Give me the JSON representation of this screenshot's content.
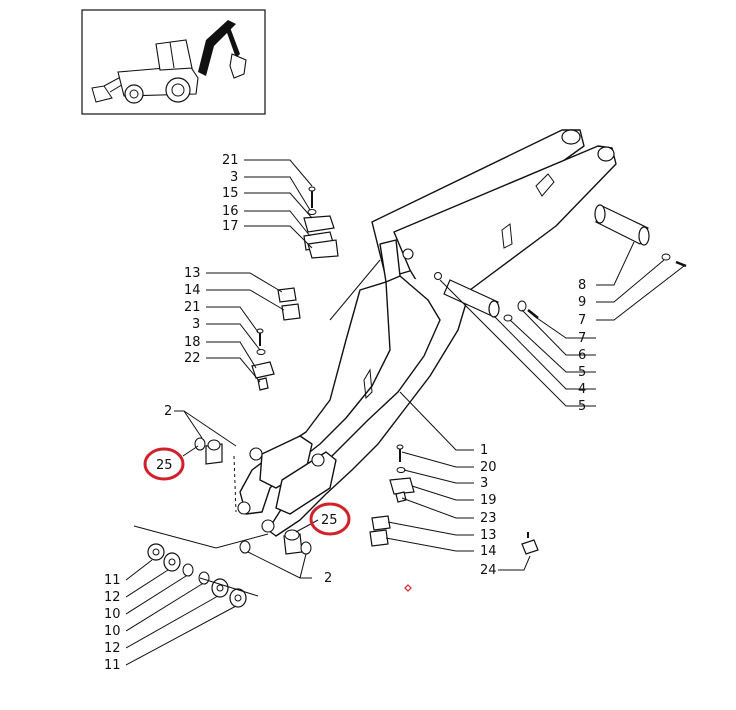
{
  "labels": {
    "l21a": "21",
    "l3a": "3",
    "l15": "15",
    "l16": "16",
    "l17": "17",
    "l13a": "13",
    "l14a": "14",
    "l21b": "21",
    "l3b": "3",
    "l18": "18",
    "l22": "22",
    "l2a": "2",
    "l25a": "25",
    "l11a": "11",
    "l12a": "12",
    "l10a": "10",
    "l10b": "10",
    "l12b": "12",
    "l11b": "11",
    "l8": "8",
    "l9": "9",
    "l7a": "7",
    "l7b": "7",
    "l6": "6",
    "l5a": "5",
    "l4": "4",
    "l5b": "5",
    "l1": "1",
    "l20": "20",
    "l3c": "3",
    "l19": "19",
    "l23": "23",
    "l13b": "13",
    "l14b": "14",
    "l24": "24",
    "l25b": "25",
    "l2b": "2"
  },
  "highlight_color": "#d0212b",
  "marker_color": "#d0212b"
}
